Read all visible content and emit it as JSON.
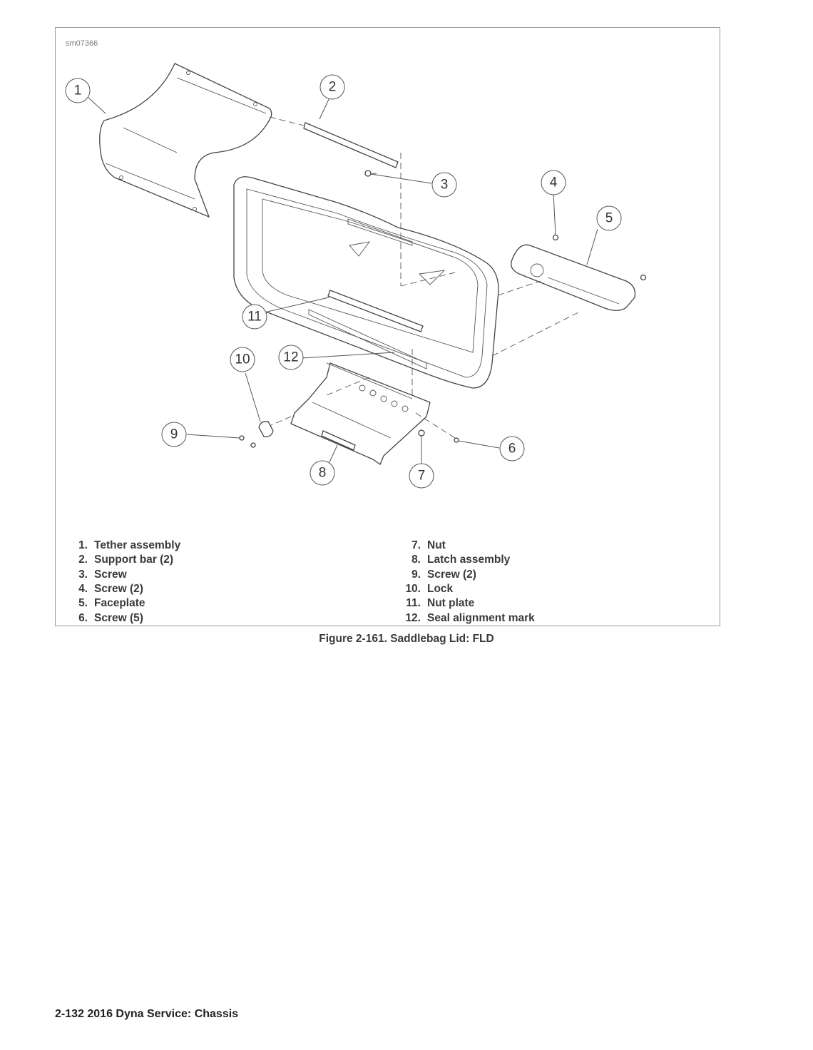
{
  "figure": {
    "id": "sm07366",
    "callouts": [
      "1",
      "2",
      "3",
      "4",
      "5",
      "6",
      "7",
      "8",
      "9",
      "10",
      "11",
      "12"
    ]
  },
  "legend": {
    "left": [
      {
        "num": "1.",
        "label": "Tether assembly"
      },
      {
        "num": "2.",
        "label": "Support bar (2)"
      },
      {
        "num": "3.",
        "label": "Screw"
      },
      {
        "num": "4.",
        "label": "Screw (2)"
      },
      {
        "num": "5.",
        "label": "Faceplate"
      },
      {
        "num": "6.",
        "label": "Screw (5)"
      }
    ],
    "right": [
      {
        "num": "7.",
        "label": "Nut"
      },
      {
        "num": "8.",
        "label": "Latch assembly"
      },
      {
        "num": "9.",
        "label": "Screw (2)"
      },
      {
        "num": "10.",
        "label": "Lock"
      },
      {
        "num": "11.",
        "label": "Nut plate"
      },
      {
        "num": "12.",
        "label": "Seal alignment mark"
      }
    ]
  },
  "caption": "Figure 2-161. Saddlebag Lid: FLD",
  "footer": "2-132  2016 Dyna Service:  Chassis"
}
